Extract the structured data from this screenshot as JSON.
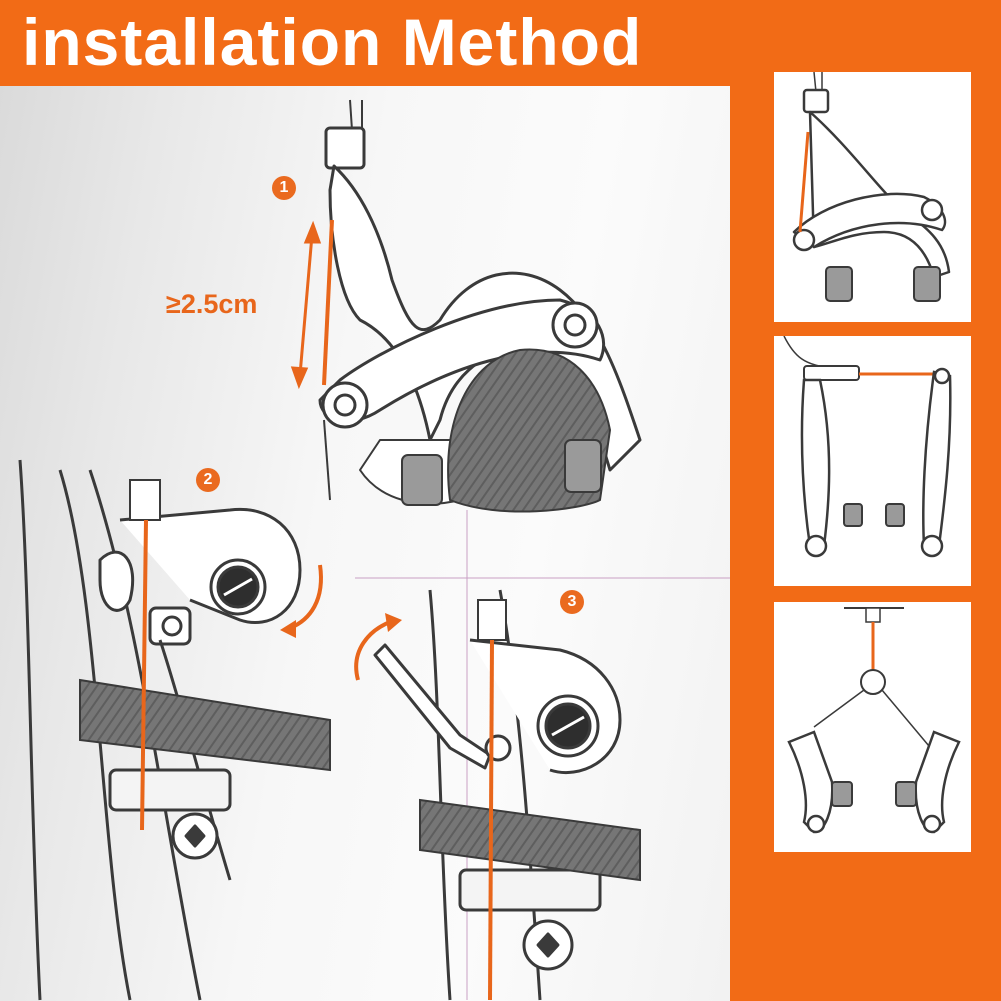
{
  "title": "installation Method",
  "measure": {
    "symbol": "≥",
    "value": "2.5cm"
  },
  "steps": [
    "1",
    "2",
    "3"
  ],
  "colors": {
    "accent": "#f26b16",
    "cable": "#e8661b",
    "line_art": "#3a3a3a",
    "tire": "#7a7a7a"
  },
  "thumbnails": [
    "caliper-brake",
    "v-brake",
    "cantilever-brake"
  ]
}
